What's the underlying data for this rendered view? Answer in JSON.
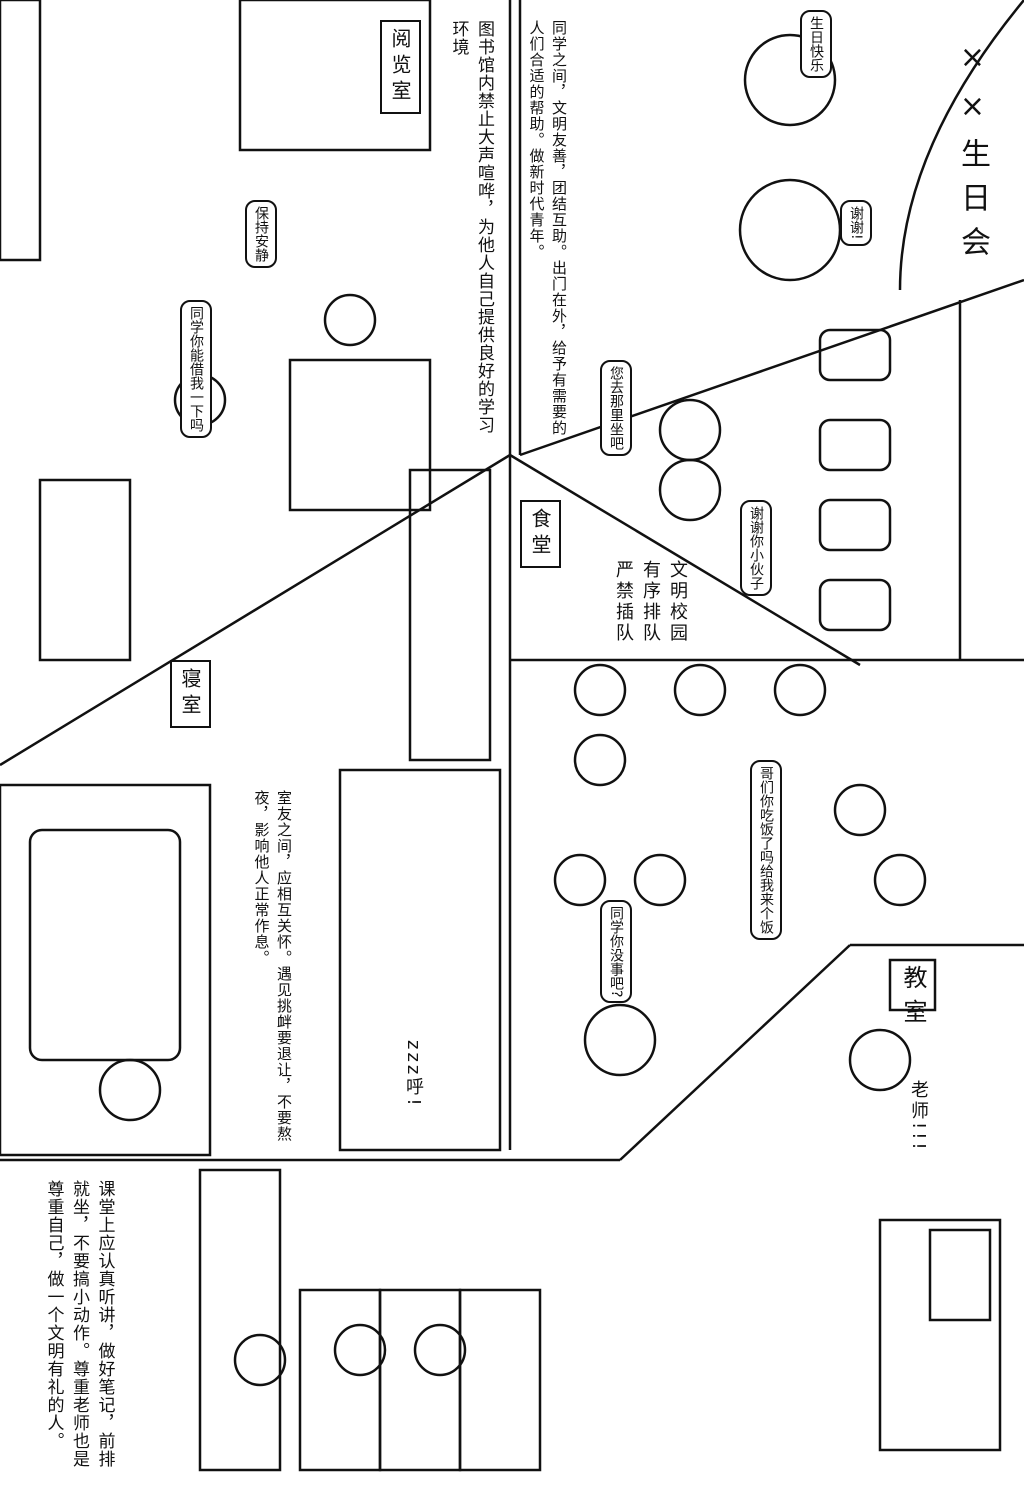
{
  "scenes": {
    "party": {
      "title": "××生日会",
      "bubble1": "生日快乐",
      "bubble2": "谢谢!"
    },
    "outside": {
      "caption": "同学之间，文明友善，团结互助。出门在外，给予有需要的人们合适的帮助。做新时代青年。",
      "bubble1": "您去那里坐吧",
      "bubble2": "谢谢你小伙子"
    },
    "library": {
      "sign": "阅览室",
      "caption": "图书馆内禁止大声喧哗，为他人自己提供良好的学习环境",
      "bubble1": "同学你能借我一下吗",
      "bubble2": "保持安静"
    },
    "canteen": {
      "sign": "食堂",
      "slogan": "文明校园 有序排队 严禁插队",
      "bubble1": "哥们你吃饭了吗给我来个饭",
      "bubble2": "同学你没事吧?"
    },
    "dorm": {
      "sign": "寝室",
      "caption": "室友之间，应相互关怀。遇见挑衅要退让，不要熬夜，影响他人正常作息。",
      "snore": "zzz呼!"
    },
    "classroom": {
      "sign": "教室",
      "bubble": "老师!!!",
      "caption": "课堂上应认真听讲，做好笔记，前排就坐，不要搞小动作。尊重老师也是尊重自己，做一个文明有礼的人。"
    }
  }
}
